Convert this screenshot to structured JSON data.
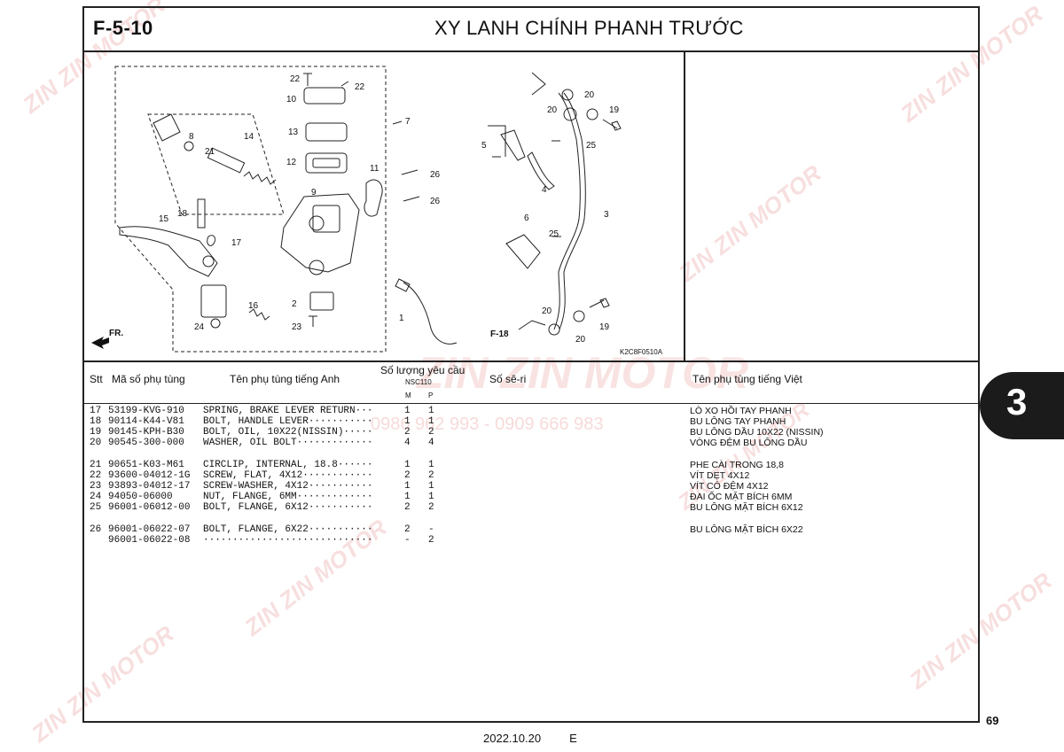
{
  "header": {
    "code": "F-5-10",
    "title": "XY LANH CHÍNH PHANH TRƯỚC"
  },
  "diagram": {
    "ref_code": "K2C8F0510A",
    "direction_label": "FR.",
    "cross_ref": "F-18",
    "callouts": [
      "22",
      "22",
      "10",
      "7",
      "13",
      "8",
      "14",
      "21",
      "12",
      "9",
      "11",
      "26",
      "26",
      "18",
      "15",
      "17",
      "2",
      "16",
      "24",
      "23",
      "1",
      "20",
      "20",
      "19",
      "5",
      "25",
      "4",
      "3",
      "6",
      "25",
      "20",
      "19",
      "20"
    ]
  },
  "table": {
    "headers": {
      "stt": "Stt",
      "part_no": "Mã số phụ tùng",
      "name_en": "Tên phụ tùng tiếng Anh",
      "qty": "Số lượng yêu cầu",
      "model": "NSC110",
      "col_m": "M",
      "col_p": "P",
      "serial": "Số sê-ri",
      "name_vn": "Tên phụ tùng tiếng Việt"
    },
    "rows": [
      {
        "stt": "17",
        "part": "53199-KVG-910",
        "name": "SPRING, BRAKE LEVER RETURN···",
        "m": "1",
        "p": "1",
        "vn": "LÒ XO HỒI TAY PHANH"
      },
      {
        "stt": "18",
        "part": "90114-K44-V81",
        "name": "BOLT, HANDLE LEVER···········",
        "m": "1",
        "p": "1",
        "vn": "BU LÔNG TAY PHANH"
      },
      {
        "stt": "19",
        "part": "90145-KPH-B30",
        "name": "BOLT, OIL, 10X22(NISSIN)·····",
        "m": "2",
        "p": "2",
        "vn": "BU LÔNG DẦU 10X22 (NISSIN)"
      },
      {
        "stt": "20",
        "part": "90545-300-000",
        "name": "WASHER, OIL BOLT·············",
        "m": "4",
        "p": "4",
        "vn": "VÒNG ĐỆM BU LÔNG DẦU"
      },
      {
        "stt": "21",
        "part": "90651-K03-M61",
        "name": "CIRCLIP, INTERNAL, 18.8······",
        "m": "1",
        "p": "1",
        "vn": "PHE CÀI TRONG 18,8"
      },
      {
        "stt": "22",
        "part": "93600-04012-1G",
        "name": "SCREW, FLAT, 4X12············",
        "m": "2",
        "p": "2",
        "vn": "VÍT DẸT 4X12"
      },
      {
        "stt": "23",
        "part": "93893-04012-17",
        "name": "SCREW-WASHER, 4X12···········",
        "m": "1",
        "p": "1",
        "vn": "VÍT CÓ ĐỆM 4X12"
      },
      {
        "stt": "24",
        "part": "94050-06000",
        "name": "NUT, FLANGE, 6MM·············",
        "m": "1",
        "p": "1",
        "vn": "ĐAI ỐC MẶT BÍCH 6MM"
      },
      {
        "stt": "25",
        "part": "96001-06012-00",
        "name": "BOLT, FLANGE, 6X12···········",
        "m": "2",
        "p": "2",
        "vn": "BU LÔNG MẶT BÍCH 6X12"
      },
      {
        "stt": "26",
        "part": "96001-06022-07",
        "name": "BOLT, FLANGE, 6X22···········",
        "m": "2",
        "p": "-",
        "vn": "BU LÔNG MẶT BÍCH 6X22"
      },
      {
        "stt": "",
        "part": "96001-06022-08",
        "name": "·····························",
        "m": "-",
        "p": "2",
        "vn": ""
      }
    ]
  },
  "side_tab": "3",
  "page_number": "69",
  "footer": {
    "date": "2022.10.20",
    "edition": "E"
  },
  "watermarks": {
    "brand": "ZIN ZIN MOTOR",
    "phone": "0986 962 993 - 0909 666 983"
  },
  "colors": {
    "ink": "#111111",
    "tab": "#1b1b1b",
    "watermark": "#e89696"
  }
}
